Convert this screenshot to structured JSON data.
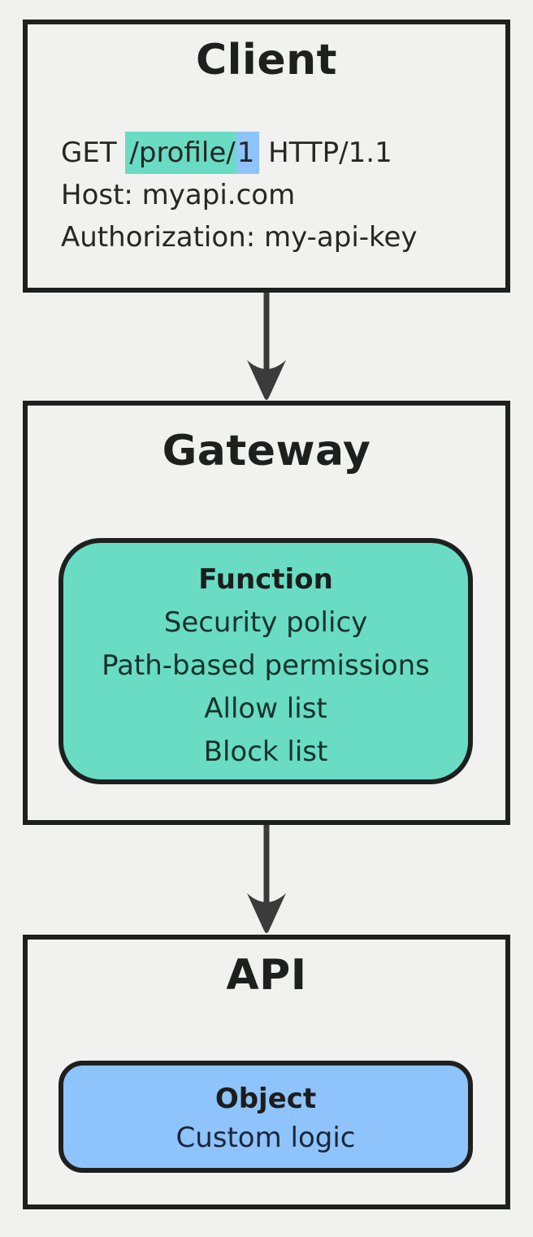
{
  "theme": {
    "background": "#f1f1ef",
    "border_color": "#1e2020",
    "text_color": "#262626",
    "arrow_color": "#3b3b3b",
    "teal_accent": "#69dcc3",
    "blue_accent": "#8fc3fc"
  },
  "client": {
    "title": "Client",
    "request": {
      "method": "GET ",
      "path_highlight": "/profile/",
      "id_highlight": "1",
      "protocol": " HTTP/1.1",
      "host_line": "Host: myapi.com",
      "auth_line": "Authorization: my-api-key"
    }
  },
  "gateway": {
    "title": "Gateway",
    "function_box": {
      "title": "Function",
      "items": [
        "Security policy",
        "Path-based permissions",
        "Allow list",
        "Block list"
      ]
    }
  },
  "api": {
    "title": "API",
    "object_box": {
      "title": "Object",
      "items": [
        "Custom logic"
      ]
    }
  },
  "connectors": [
    {
      "from": "client",
      "to": "gateway",
      "icon": "arrow-down-icon"
    },
    {
      "from": "gateway",
      "to": "api",
      "icon": "arrow-down-icon"
    }
  ]
}
